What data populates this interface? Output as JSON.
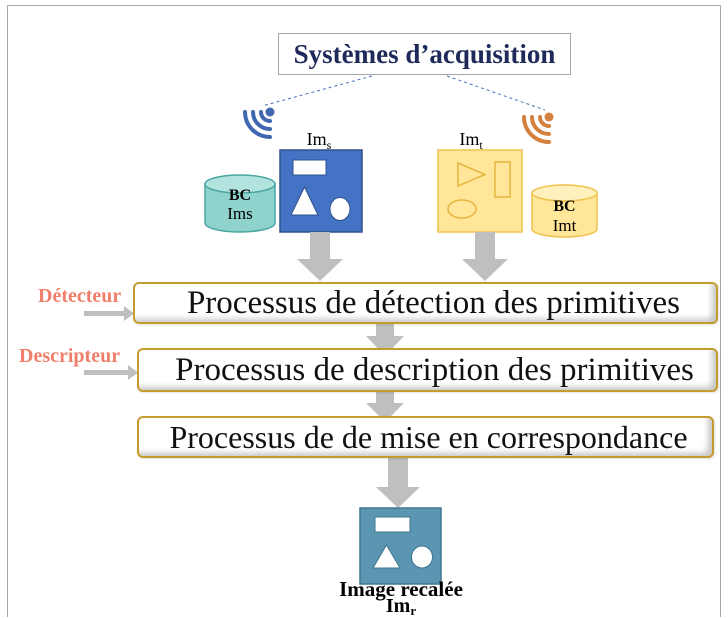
{
  "diagram": {
    "title": "Systèmes d’acquisition",
    "source": {
      "image_label": "Im",
      "image_label_sub": "s",
      "database_line1": "BC",
      "database_line2": "Ims",
      "signal_icon": "wireless-signal-icon"
    },
    "target": {
      "image_label": "Im",
      "image_label_sub": "t",
      "database_line1": "BC",
      "database_line2": "Imt",
      "signal_icon": "wireless-signal-icon"
    },
    "inputs": {
      "detector": "Détecteur",
      "descriptor": "Descripteur"
    },
    "processes": [
      "Processus de détection des primitives",
      "Processus de description des primitives",
      "Processus de de mise en correspondance"
    ],
    "output": {
      "caption": "Image recalée",
      "image_label": "Im",
      "image_label_sub": "r"
    }
  },
  "colors": {
    "title_text": "#1f2a5a",
    "input_label_text": "#ef7f6a",
    "process_border": "#c49b2c",
    "source_image": "#4472c4",
    "target_image": "#ffe699",
    "output_image": "#5a95b2",
    "source_database": "#8fd3cc",
    "target_database": "#ffe699",
    "arrows": "#bfbfbf",
    "source_signal": "#4167b1",
    "target_signal": "#d5813e",
    "dashed_connector": "#4a6fc0"
  }
}
